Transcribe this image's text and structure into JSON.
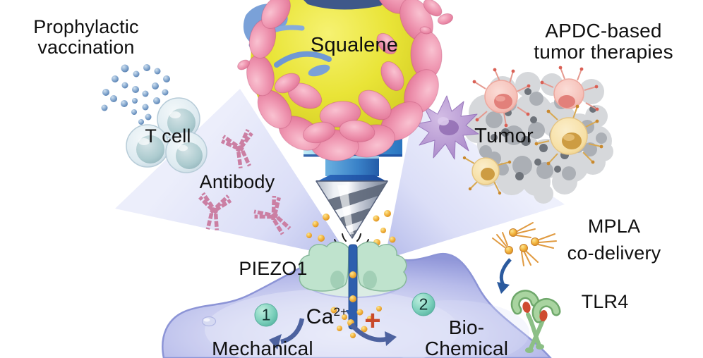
{
  "labels": {
    "prophylactic_line1": "Prophylactic",
    "prophylactic_line2": "vaccination",
    "squalene": "Squalene",
    "apdc_line1": "APDC-based",
    "apdc_line2": "tumor therapies",
    "t_cell": "T cell",
    "antibody": "Antibody",
    "tumor": "Tumor",
    "mpla_line1": "MPLA",
    "mpla_line2": "co-delivery",
    "piezo1": "PIEZO1",
    "tlr4": "TLR4",
    "ca_base": "Ca",
    "ca_sup": "2+",
    "plus_sign": "+",
    "step1": "1",
    "step2": "2",
    "mechanical": "Mechanical",
    "bio_line1": "Bio-",
    "bio_line2": "Chemical"
  },
  "colors": {
    "squalene_core": "#e9e437",
    "lipid_petal": "#ec88a6",
    "beam": "#ccd0f0",
    "cell_membrane": "#b6baea",
    "piezo_channel_green": "#b9e0c8",
    "calcium_ion": "#f2b23c",
    "step_badge": "#6fc9b4",
    "plus_red": "#c9492b",
    "arrow_blue": "#3d5a96",
    "antibody_pink": "#cb7fa3",
    "tlr4_green": "#a9d4a0",
    "mpla_orange": "#e09a40"
  }
}
